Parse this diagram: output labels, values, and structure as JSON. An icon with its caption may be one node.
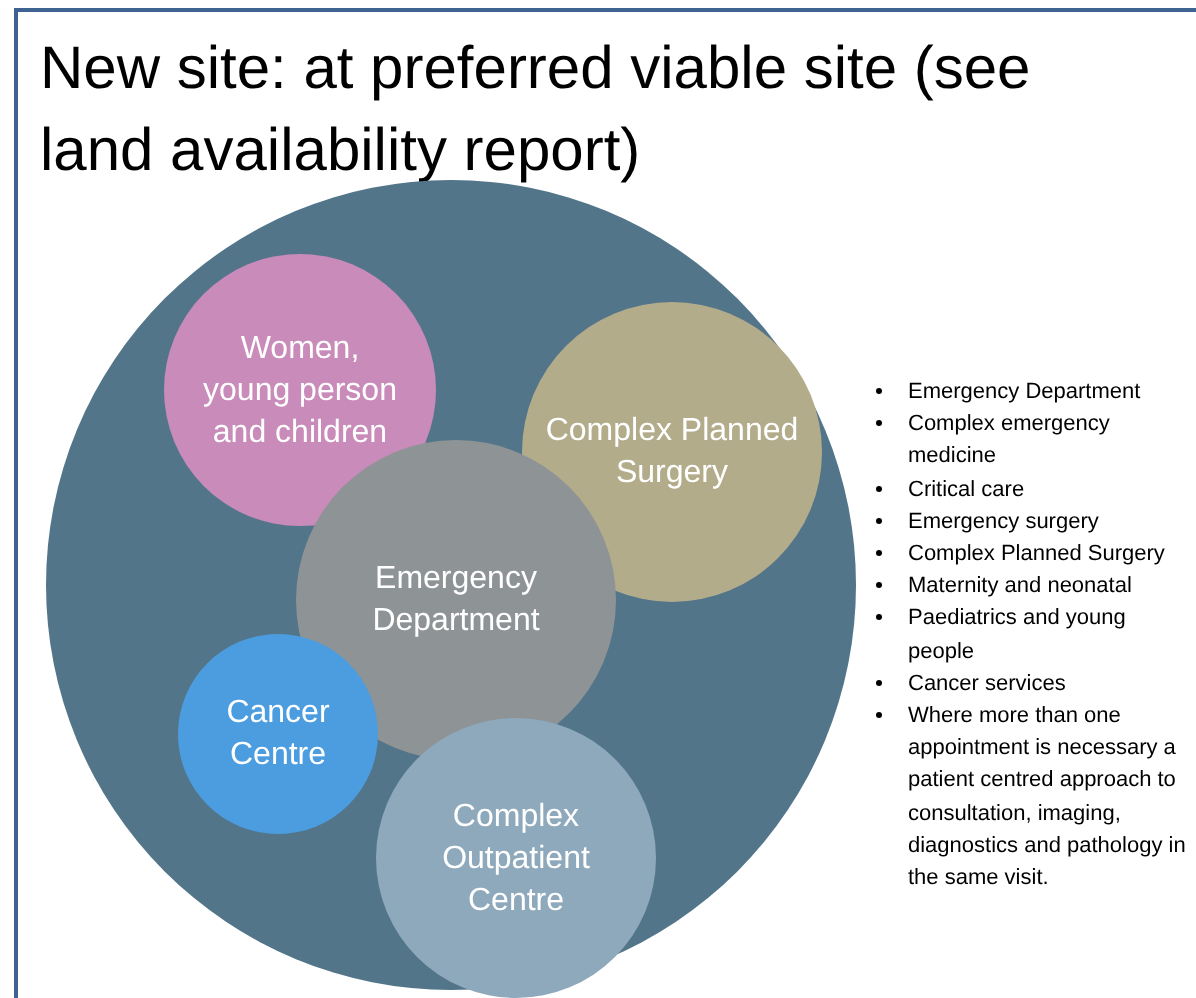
{
  "diagram": {
    "title": "New site: at preferred viable site (see land availability report)",
    "nodes": [
      {
        "text": [],
        "shape": "circle"
      },
      {
        "text": [
          "Women, young person and children"
        ],
        "in": 0
      },
      {
        "text": [
          "Complex Planned Surgery"
        ],
        "in": 0
      },
      {
        "text": [
          "Emergency Department"
        ],
        "in": 0
      },
      {
        "text": [
          "Cancer Centre"
        ],
        "in": 0
      },
      {
        "text": [
          "Complex Outpatient Centre"
        ],
        "in": 0
      }
    ],
    "labels": [
      "Emergency Department",
      "Complex emergency medicine",
      "Critical care",
      "Emergency surgery",
      "Complex Planned Surgery",
      "Maternity and neonatal",
      "Paediatrics and young people",
      "Cancer services",
      "Where more than one appointment is necessary a patient centred approach to consultation, imaging, diagnostics and pathology in the same visit."
    ]
  }
}
